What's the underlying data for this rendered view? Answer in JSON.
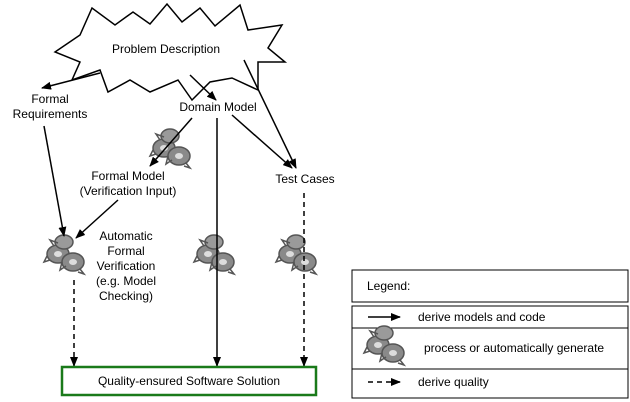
{
  "nodes": {
    "problem_description": "Problem Description",
    "formal_requirements": [
      "Formal",
      "Requirements"
    ],
    "domain_model": "Domain Model",
    "formal_model": [
      "Formal Model",
      "(Verification Input)"
    ],
    "test_cases": "Test Cases",
    "automatic_verification": [
      "Automatic",
      "Formal",
      "Verification",
      "(e.g. Model",
      "Checking)"
    ],
    "solution": "Quality-ensured Software Solution"
  },
  "legend": {
    "title": "Legend:",
    "items": [
      {
        "label": "derive models and code",
        "symbol": "solid-arrow"
      },
      {
        "label": "process or automatically generate",
        "symbol": "gear-icon"
      },
      {
        "label": "derive quality",
        "symbol": "dashed-arrow"
      }
    ]
  },
  "colors": {
    "solution_border": "#1a7a1a",
    "gear_fill": "#8a8a8a",
    "gear_dark": "#555555"
  }
}
